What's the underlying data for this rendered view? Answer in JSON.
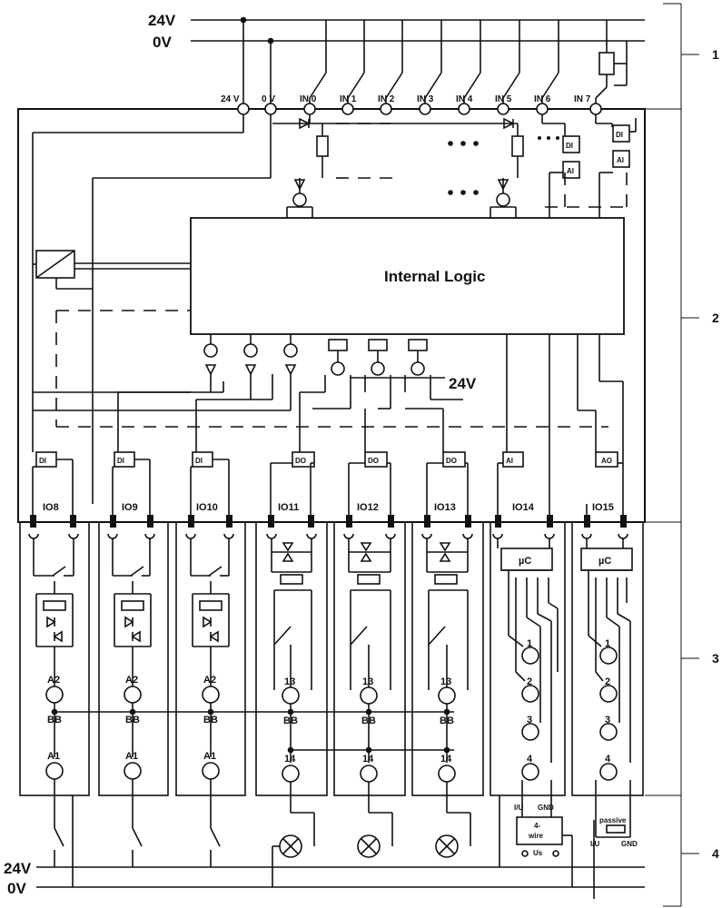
{
  "rails_top": {
    "supply": "24V",
    "ground": "0V"
  },
  "rails_bottom": {
    "supply": "24V",
    "ground": "0V"
  },
  "logic": {
    "title": "Internal Logic",
    "supply_label": "24V"
  },
  "inputs": [
    "24 V",
    "0 V",
    "IN 0",
    "IN 1",
    "IN 2",
    "IN 3",
    "IN 4",
    "IN 5",
    "IN 6",
    "IN 7"
  ],
  "channels": [
    {
      "label": "IO8",
      "type": "DI"
    },
    {
      "label": "IO9",
      "type": "DI"
    },
    {
      "label": "IO10",
      "type": "DI"
    },
    {
      "label": "IO11",
      "type": "DO"
    },
    {
      "label": "IO12",
      "type": "DO"
    },
    {
      "label": "IO13",
      "type": "DO"
    },
    {
      "label": "IO14",
      "type": "AI"
    },
    {
      "label": "IO15",
      "type": "AO"
    }
  ],
  "input_module_pins": [
    "A2",
    "BB",
    "A1"
  ],
  "output_module_pins": [
    "13",
    "BB",
    "14"
  ],
  "analog_module": {
    "controller": "µC",
    "pins": [
      "1",
      "2",
      "3",
      "4"
    ]
  },
  "in_frontend_types": {
    "digital": "DI",
    "analog": "AI"
  },
  "sensor_4wire": {
    "top_left": "I/U",
    "top_right": "GND",
    "name_line1": "4-",
    "name_line2": "wire",
    "bottom": "Us"
  },
  "sensor_passive": {
    "name": "passive",
    "bottom_left": "I/U",
    "bottom_right": "GND"
  },
  "sections": [
    "1",
    "2",
    "3",
    "4"
  ]
}
